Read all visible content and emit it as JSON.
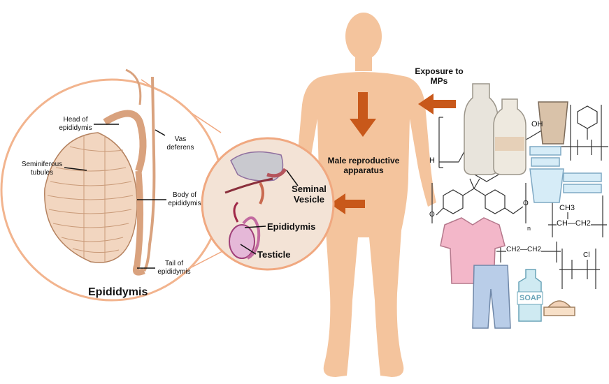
{
  "epididymis_panel": {
    "title": "Epididymis",
    "labels": {
      "head": "Head of epididymis",
      "seminiferous": "Seminiferous tubules",
      "vas": "Vas deferens",
      "body": "Body of epididymis",
      "tail": "Tail of epididymis"
    }
  },
  "reproductive_panel": {
    "labels": {
      "seminal": "Seminal Vesicle",
      "epididymis": "Epididymis",
      "testicle": "Testicle"
    }
  },
  "center": {
    "male_label": "Male reproductive apparatus"
  },
  "exposure": {
    "label": "Exposure to MPs"
  },
  "chemistry": {
    "oh": "OH",
    "h": "H",
    "o1": "O",
    "o2": "O",
    "n": "n",
    "ch3": "CH3",
    "chch2": "CH—CH2",
    "ch2ch2": "CH2—CH2",
    "cl": "Cl",
    "soap": "SOAP"
  },
  "colors": {
    "skin": "#f4c49d",
    "circle_border": "#f0a880",
    "arrow": "#c8581a"
  }
}
